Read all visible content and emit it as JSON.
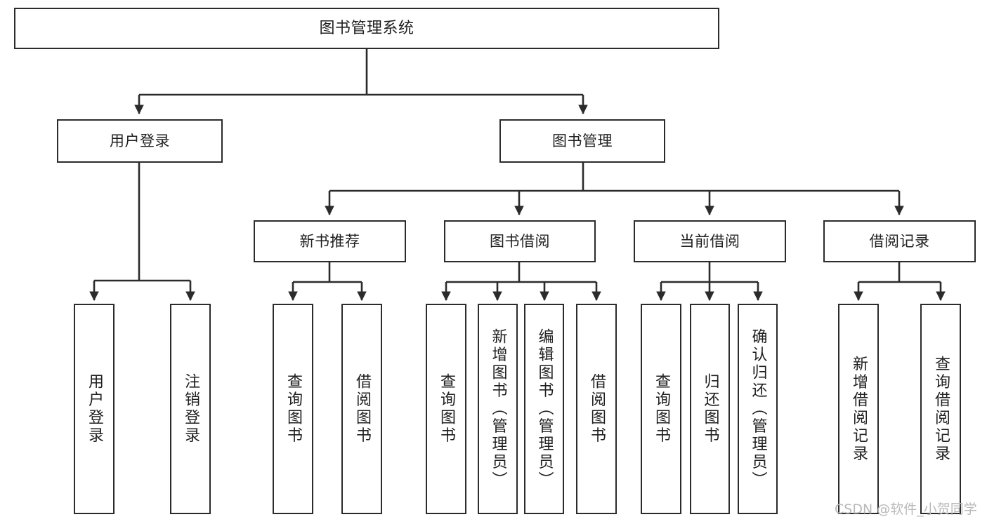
{
  "diagram": {
    "title": "图书管理系统",
    "type": "tree-hierarchy",
    "watermark": "CSDN @软件_小贺同学",
    "colors": {
      "stroke": "#2b2b2b",
      "fill": "#ffffff",
      "text": "#1f1f1f",
      "watermark": "#b9b9b9"
    },
    "nodes": {
      "root": {
        "label": "图书管理系统"
      },
      "level2": [
        {
          "label": "用户登录"
        },
        {
          "label": "图书管理"
        }
      ],
      "level3": [
        {
          "label": "新书推荐"
        },
        {
          "label": "图书借阅"
        },
        {
          "label": "当前借阅"
        },
        {
          "label": "借阅记录"
        }
      ],
      "leaves": {
        "user_login": [
          {
            "label": "用户登录"
          },
          {
            "label": "注销登录"
          }
        ],
        "new_book_recommend": [
          {
            "label": "查询图书"
          },
          {
            "label": "借阅图书"
          }
        ],
        "book_borrow": [
          {
            "label": "查询图书"
          },
          {
            "label": "新增图书（管理员）"
          },
          {
            "label": "编辑图书（管理员）"
          },
          {
            "label": "借阅图书"
          }
        ],
        "current_borrow": [
          {
            "label": "查询图书"
          },
          {
            "label": "归还图书"
          },
          {
            "label": "确认归还（管理员）"
          }
        ],
        "borrow_record": [
          {
            "label": "新增借阅记录"
          },
          {
            "label": "查询借阅记录"
          }
        ]
      }
    }
  }
}
